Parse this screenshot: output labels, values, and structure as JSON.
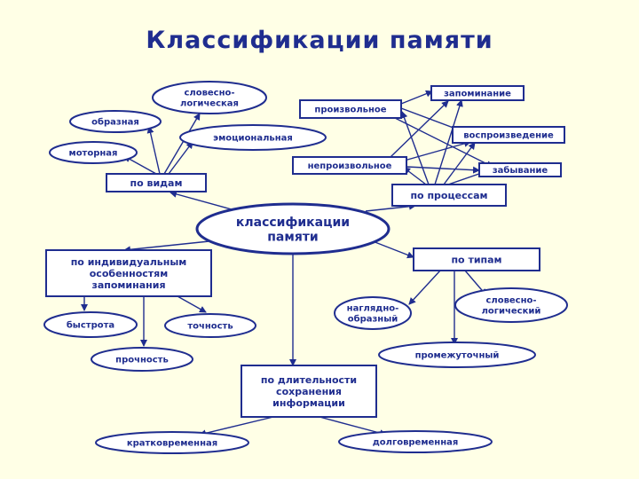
{
  "title": "Классификации памяти",
  "colors": {
    "stroke": "#1f2d8f",
    "text": "#1f2d8f",
    "background": "#ffffe6"
  },
  "nodes": {
    "center": [
      "классификации",
      "памяти"
    ],
    "by_type_root": [
      "по видам"
    ],
    "by_processes_root": [
      "по процессам"
    ],
    "by_individual_root": [
      "по индивидуальным",
      "особенностям",
      "запоминания"
    ],
    "by_types_root": [
      "по типам"
    ],
    "by_duration_root": [
      "по длительности",
      "сохранения",
      "информации"
    ],
    "verbal_logical_kind": [
      "словесно-",
      "логическая"
    ],
    "figurative": [
      "образная"
    ],
    "emotional": [
      "эмоциональная"
    ],
    "motor": [
      "моторная"
    ],
    "voluntary": [
      "произвольное"
    ],
    "involuntary": [
      "непроизвольное"
    ],
    "memorization": [
      "запоминание"
    ],
    "reproduction": [
      "воспроизведение"
    ],
    "forgetting": [
      "забывание"
    ],
    "speed": [
      "быстрота"
    ],
    "accuracy": [
      "точность"
    ],
    "durability": [
      "прочность"
    ],
    "visual_figurative": [
      "наглядно-",
      "образный"
    ],
    "verbal_logical_type": [
      "словесно-",
      "логический"
    ],
    "intermediate": [
      "промежуточный"
    ],
    "short_term": [
      "кратковременная"
    ],
    "long_term": [
      "долговременная"
    ]
  }
}
